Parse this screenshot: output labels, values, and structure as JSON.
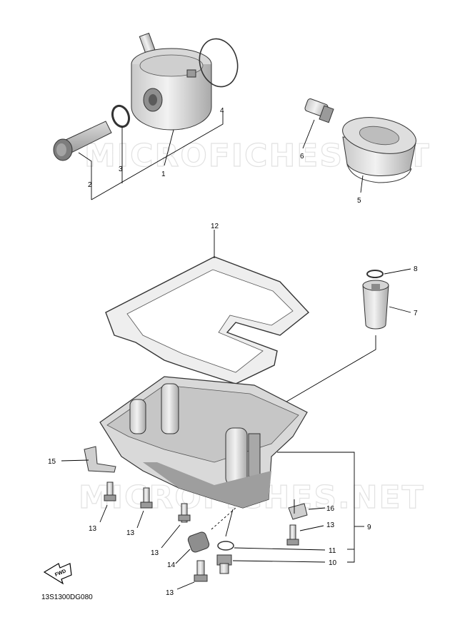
{
  "watermark": {
    "top": "MICROFICHES.NET",
    "bottom": "MICROFICHES.NET"
  },
  "callouts": {
    "c1": "1",
    "c2": "2",
    "c3": "3",
    "c4": "4",
    "c5": "5",
    "c6": "6",
    "c7": "7",
    "c8": "8",
    "c9": "9",
    "c10": "10",
    "c11": "11",
    "c12": "12",
    "c13a": "13",
    "c13b": "13",
    "c13c": "13",
    "c13d": "13",
    "c13e": "13",
    "c14": "14",
    "c15": "15",
    "c16": "16"
  },
  "fwd_label": "FWD",
  "diagram_code": "13S1300DG080",
  "colors": {
    "part_fill": "#e6e6e6",
    "part_shadow": "#b8b8b8",
    "line": "#000000"
  }
}
